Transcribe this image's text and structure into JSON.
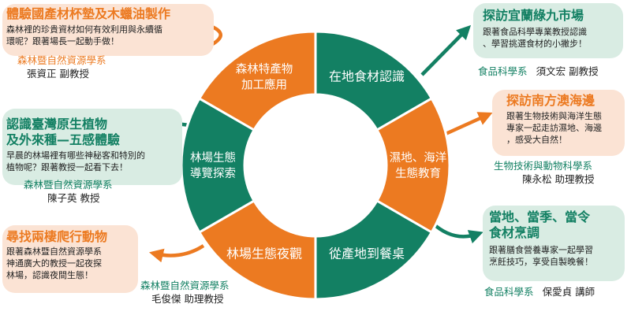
{
  "colors": {
    "orange": "#ec7a21",
    "green": "#138063",
    "cloud_orange": "#fbe3d4",
    "cloud_green": "#d9ece3"
  },
  "ring": {
    "segments": [
      {
        "label_lines": [
          "在地食材認識"
        ],
        "color": "green"
      },
      {
        "label_lines": [
          "濕地、海洋",
          "生態教育"
        ],
        "color": "orange"
      },
      {
        "label_lines": [
          "從產地到餐桌"
        ],
        "color": "green"
      },
      {
        "label_lines": [
          "林場生態夜觀"
        ],
        "color": "orange"
      },
      {
        "label_lines": [
          "林場生態",
          "導覽探索"
        ],
        "color": "green"
      },
      {
        "label_lines": [
          "森林特產物",
          "加工應用"
        ],
        "color": "orange"
      }
    ]
  },
  "blocks": {
    "top_left": {
      "title_lines": [
        "體驗國產材杯墊及木蠟油製作"
      ],
      "body_lines": [
        "森林裡的珍貴資材如何有效利用與永續循",
        "環呢？跟著場長一起動手做！"
      ],
      "department": "森林暨自然資源學系",
      "person": "張資正 副教授"
    },
    "mid_left": {
      "title_lines": [
        "認識臺灣原生植物",
        "及外來種—五感體驗"
      ],
      "body_lines": [
        "早晨的林場裡有哪些神秘客和特別的",
        "植物呢？跟著教授一起看下去！"
      ],
      "department": "森林暨自然資源學系",
      "person": "陳子英 教授"
    },
    "bottom_left": {
      "title_lines": [
        "尋找兩棲爬行動物"
      ],
      "body_lines": [
        "跟著森林暨自然資源學系",
        "神通廣大的教授一起夜探",
        "林場，認識夜間生態！"
      ],
      "department": "森林暨自然資源學系",
      "person": "毛俊傑 助理教授"
    },
    "top_right": {
      "title_lines": [
        "探訪宜蘭綠九市場"
      ],
      "body_lines": [
        "跟著食品科學專業教授認識",
        "、學習挑選食材的小撇步！"
      ],
      "department": "食品科學系",
      "person": "須文宏 副教授"
    },
    "mid_right": {
      "title_lines": [
        "探訪南方澳海邊"
      ],
      "body_lines": [
        "跟著生物技術與海洋生態",
        "專家一起走訪濕地、海邊",
        "，感受大自然！"
      ],
      "department": "生物技術與動物科學系",
      "person": "陳永松 助理教授"
    },
    "bottom_right": {
      "title_lines": [
        "當地、當季、當令",
        "食材烹調"
      ],
      "body_lines": [
        "跟著膳食營養專家一起學習",
        "烹飪技巧，享受自製晚餐！"
      ],
      "department": "食品科學系",
      "person": "保愛貞 講師"
    }
  }
}
